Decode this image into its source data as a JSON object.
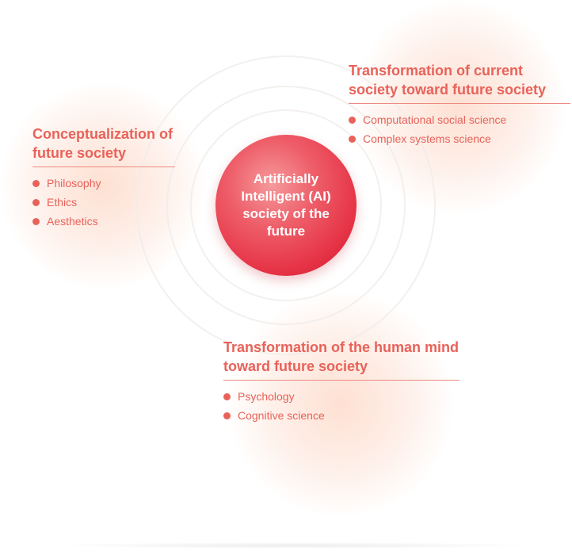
{
  "center": {
    "label": "Artificially Intelligent (AI) society of the future"
  },
  "blocks": {
    "left": {
      "title": "Conceptualization of future society",
      "items": [
        "Philosophy",
        "Ethics",
        "Aesthetics"
      ]
    },
    "top_right": {
      "title": "Transformation of current society toward future society",
      "items": [
        "Computational social science",
        "Complex systems science"
      ]
    },
    "bottom": {
      "title": "Transformation of the human mind toward future society",
      "items": [
        "Psychology",
        "Cognitive science"
      ]
    }
  },
  "colors": {
    "accent": "#e8625a",
    "sphere": "#e63346"
  }
}
